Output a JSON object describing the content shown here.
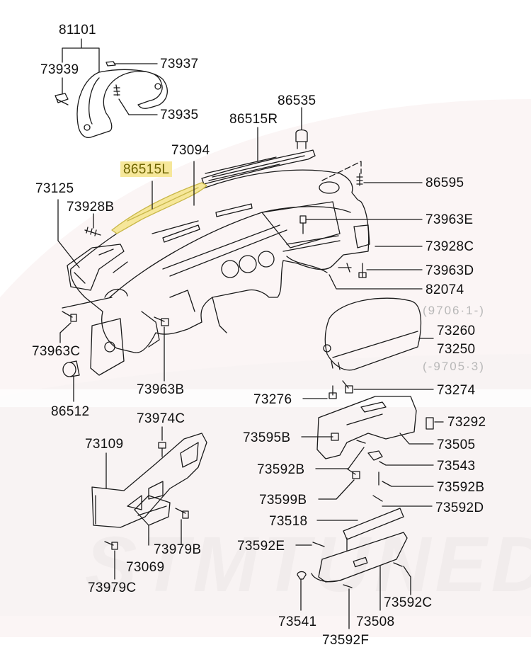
{
  "diagram": {
    "title": "Instrument panel / dashboard parts diagram",
    "highlight_color": "#f6e79a",
    "highlighted_part": "86515L",
    "watermark": "STMTUNED",
    "labels": {
      "p81101": "81101",
      "p73939": "73939",
      "p73937": "73937",
      "p73935": "73935",
      "p86535": "86535",
      "p86515R": "86515R",
      "p73094": "73094",
      "p86515L": "86515L",
      "p86595": "86595",
      "p73125": "73125",
      "p73928B": "73928B",
      "p73963E": "73963E",
      "p73928C": "73928C",
      "p73963D": "73963D",
      "p82074": "82074",
      "note_9706": "(9706·1-)",
      "p73260": "73260",
      "p73250": "73250",
      "note_9705": "(-9705·3)",
      "p73963C": "73963C",
      "p73963B": "73963B",
      "p86512": "86512",
      "p73276": "73276",
      "p73274": "73274",
      "p73974C": "73974C",
      "p73292": "73292",
      "p73109": "73109",
      "p73595B": "73595B",
      "p73505": "73505",
      "p73592B_a": "73592B",
      "p73543": "73543",
      "p73599B": "73599B",
      "p73592B_b": "73592B",
      "p73592D": "73592D",
      "p73518": "73518",
      "p73979B": "73979B",
      "p73592E": "73592E",
      "p73069": "73069",
      "p73979C": "73979C",
      "p73592C": "73592C",
      "p73541": "73541",
      "p73508": "73508",
      "p73592F": "73592F"
    }
  }
}
